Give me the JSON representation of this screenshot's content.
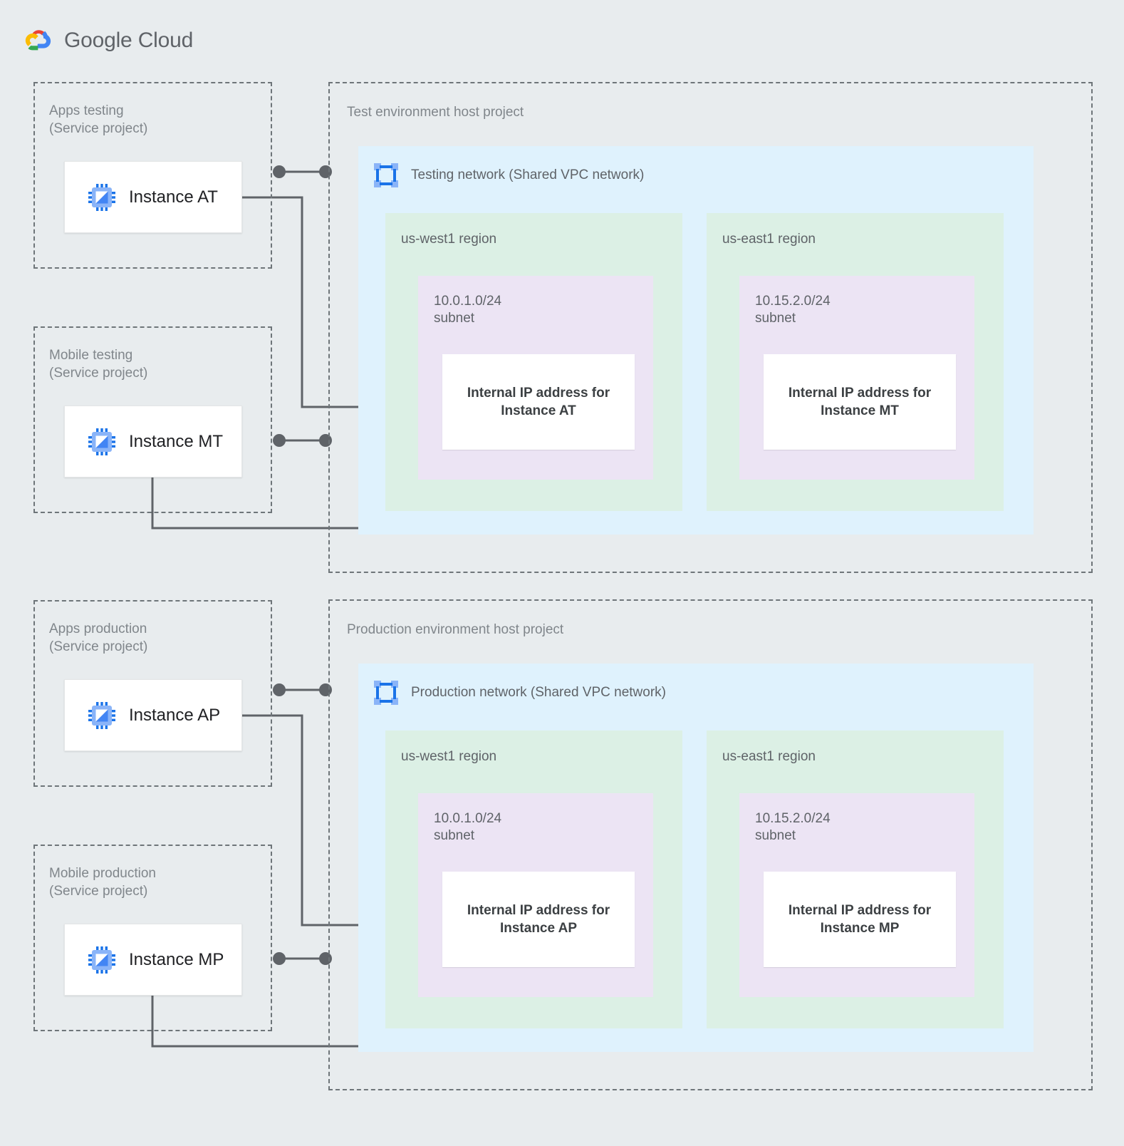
{
  "brand": {
    "name_bold": "Google",
    "name_light": "Cloud",
    "logo_icon": "google-cloud-logo"
  },
  "icons": {
    "instance": "cpu-chip-icon",
    "network": "vpc-network-icon"
  },
  "colors": {
    "page_background": "#e8ecee",
    "vpc_network": "#dff2fd",
    "region": "#dcf0e5",
    "subnet": "#ece4f4",
    "card": "#ffffff",
    "dashed_border": "#6e7579",
    "connector": "#5f6368",
    "label_text": "#80868b",
    "body_text": "#3c4043"
  },
  "environments": [
    {
      "id": "test",
      "host_project": {
        "label": "Test environment host project"
      },
      "network": {
        "label": "Testing network (Shared VPC network)"
      },
      "service_projects": [
        {
          "id": "apps-testing",
          "label": "Apps testing\n(Service project)",
          "instance": "Instance AT"
        },
        {
          "id": "mobile-testing",
          "label": "Mobile testing\n(Service project)",
          "instance": "Instance MT"
        }
      ],
      "regions": [
        {
          "id": "us-west1",
          "label": "us-west1 region",
          "subnet": {
            "cidr": "10.0.1.0/24",
            "kind": "subnet",
            "label": "10.0.1.0/24\nsubnet"
          },
          "ip_card": "Internal IP address for\nInstance AT"
        },
        {
          "id": "us-east1",
          "label": "us-east1 region",
          "subnet": {
            "cidr": "10.15.2.0/24",
            "kind": "subnet",
            "label": "10.15.2.0/24\nsubnet"
          },
          "ip_card": "Internal IP address for\nInstance MT"
        }
      ]
    },
    {
      "id": "production",
      "host_project": {
        "label": "Production environment host project"
      },
      "network": {
        "label": "Production network (Shared VPC network)"
      },
      "service_projects": [
        {
          "id": "apps-production",
          "label": "Apps production\n(Service project)",
          "instance": "Instance AP"
        },
        {
          "id": "mobile-production",
          "label": "Mobile production\n(Service project)",
          "instance": "Instance MP"
        }
      ],
      "regions": [
        {
          "id": "us-west1",
          "label": "us-west1 region",
          "subnet": {
            "cidr": "10.0.1.0/24",
            "kind": "subnet",
            "label": "10.0.1.0/24\nsubnet"
          },
          "ip_card": "Internal IP address for\nInstance AP"
        },
        {
          "id": "us-east1",
          "label": "us-east1 region",
          "subnet": {
            "cidr": "10.15.2.0/24",
            "kind": "subnet",
            "label": "10.15.2.0/24\nsubnet"
          },
          "ip_card": "Internal IP address for\nInstance MP"
        }
      ]
    }
  ]
}
